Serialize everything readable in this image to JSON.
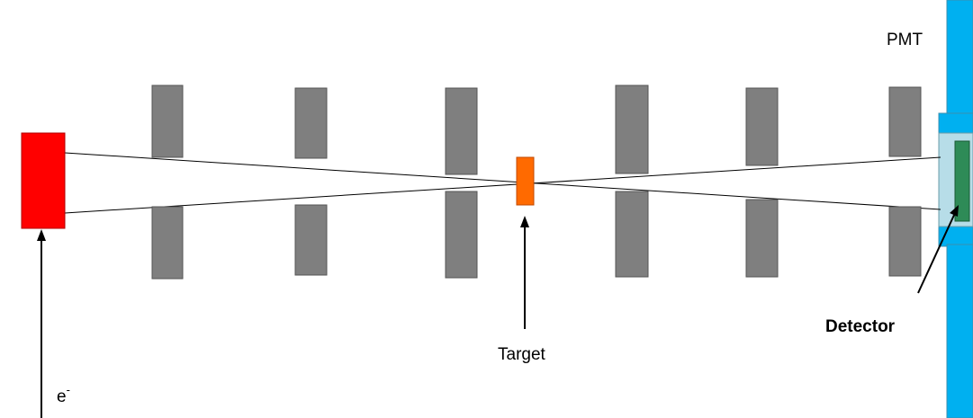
{
  "labels": {
    "pmt": "PMT",
    "detector": "Detector",
    "target": "Target",
    "electron": "e",
    "electron_superscript": "-"
  },
  "colors": {
    "source": "#ff0000",
    "target": "#ff6a00",
    "lens": "#7f7f7f",
    "pmt": "#00b0f0",
    "detector_housing": "#b7dde8",
    "detector": "#2e8b57",
    "beam": "#000000"
  },
  "components": {
    "source": "electron-source",
    "lenses": [
      "lens-1",
      "lens-2",
      "lens-3",
      "lens-4",
      "lens-5",
      "lens-6"
    ],
    "target": "target",
    "pmt": "pmt",
    "detector": "detector"
  }
}
